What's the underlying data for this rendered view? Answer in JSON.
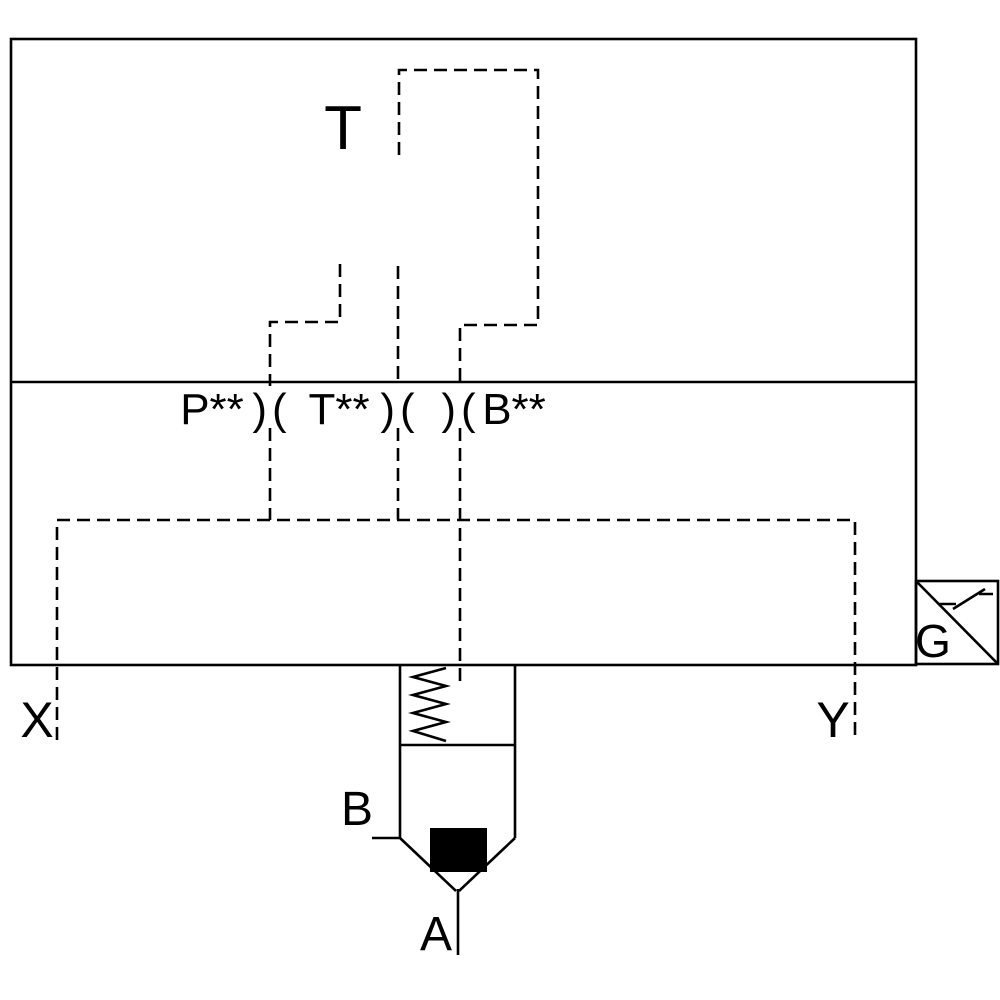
{
  "diagram": {
    "background_color": "#ffffff",
    "line_color": "#000000",
    "labels": {
      "tank": "T",
      "orifice_p": "P**",
      "orifice_t": "T**",
      "orifice_b": "B**",
      "orifice_symbol": ")(",
      "pilot_x": "X",
      "pilot_y": "Y",
      "port_b": "B",
      "port_a": "A",
      "switch_g": "G"
    }
  }
}
